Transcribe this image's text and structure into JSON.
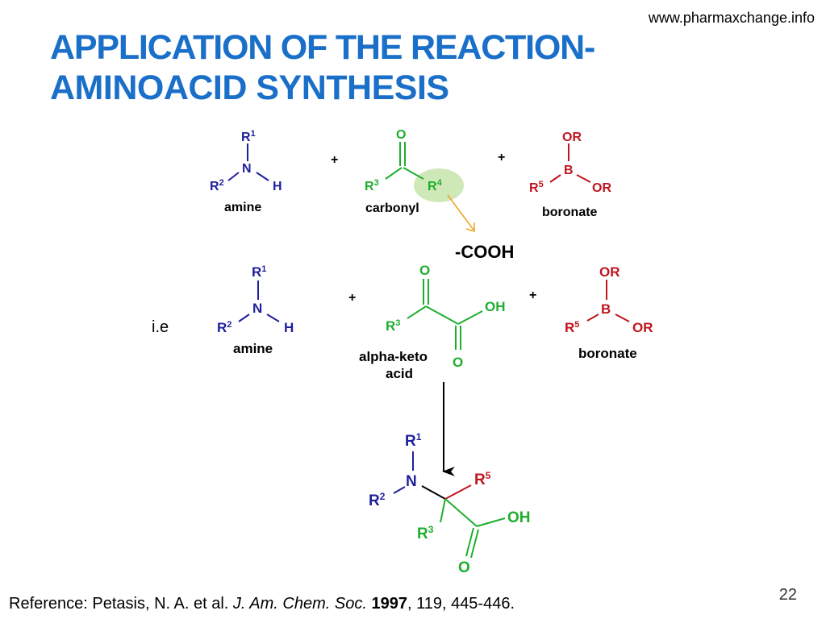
{
  "site_url": "www.pharmaxchange.info",
  "title": {
    "line1": "APPLICATION OF THE REACTION-",
    "line2": "AMINOACID SYNTHESIS"
  },
  "colors": {
    "title": "#1a6fc9",
    "amine": "#1f1f9e",
    "carbonyl": "#1fae2e",
    "boronate": "#c0141e",
    "highlight": "#cfe8b8",
    "arrow_hint": "#f0a020"
  },
  "top_row": {
    "amine": {
      "r1": "R",
      "r1_sup": "1",
      "n": "N",
      "r2": "R",
      "r2_sup": "2",
      "h": "H",
      "label": "amine"
    },
    "plus1": "+",
    "carbonyl": {
      "o": "O",
      "r3": "R",
      "r3_sup": "3",
      "r4": "R",
      "r4_sup": "4",
      "label": "carbonyl"
    },
    "plus2": "+",
    "boronate": {
      "or_top": "OR",
      "b": "B",
      "r5": "R",
      "r5_sup": "5",
      "or_right": "OR",
      "label": "boronate"
    },
    "replacement": "-COOH"
  },
  "ie_label": "i.e",
  "middle_row": {
    "amine": {
      "r1": "R",
      "r1_sup": "1",
      "n": "N",
      "r2": "R",
      "r2_sup": "2",
      "h": "H",
      "label": "amine"
    },
    "plus1": "+",
    "keto_acid": {
      "o_top": "O",
      "oh": "OH",
      "r3": "R",
      "r3_sup": "3",
      "o_bottom": "O",
      "label_line1": "alpha-keto",
      "label_line2": "acid"
    },
    "plus2": "+",
    "boronate": {
      "or_top": "OR",
      "b": "B",
      "r5": "R",
      "r5_sup": "5",
      "or_right": "OR",
      "label": "boronate"
    }
  },
  "product": {
    "r1": "R",
    "r1_sup": "1",
    "n": "N",
    "r2": "R",
    "r2_sup": "2",
    "r5": "R",
    "r5_sup": "5",
    "oh": "OH",
    "r3": "R",
    "r3_sup": "3",
    "o": "O"
  },
  "reference": {
    "prefix": "Reference: Petasis, N. A. et al. ",
    "journal": "J. Am. Chem. Soc.",
    "year": "1997",
    "suffix": ", 119, 445-446."
  },
  "page_number": "22"
}
